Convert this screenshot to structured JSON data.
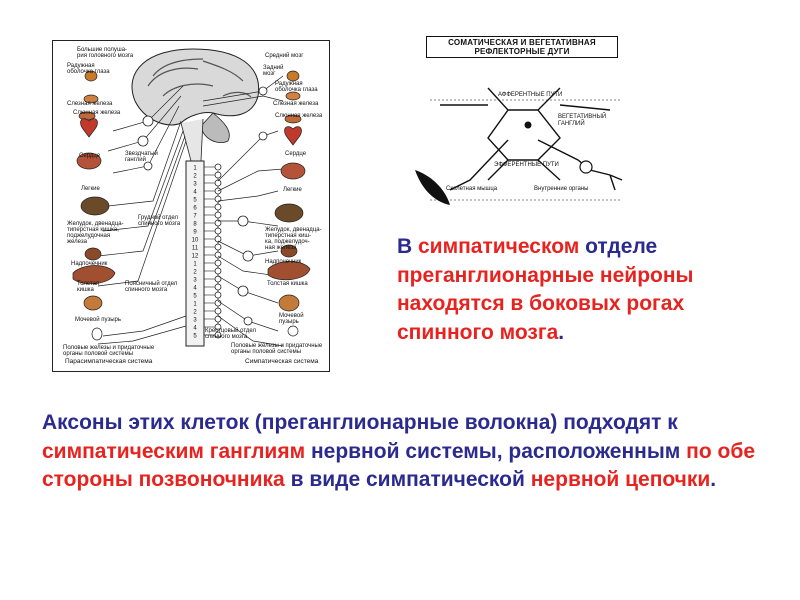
{
  "anatomy": {
    "labels": {
      "brain": "Большие полуша-\nрия головного мозга",
      "midbrain": "Средний мозг",
      "hindbrain": "Задний\nмозг",
      "iris_left": "Радужная\nоболочка глаза",
      "iris_right": "Радужная\nоболочка глаза",
      "lacrimal_left": "Слезная железа",
      "lacrimal_right": "Слезная железа",
      "salivary_left": "Слюнная железа",
      "salivary_right": "Слюнная железа",
      "heart_left": "Сердце",
      "heart_right": "Сердце",
      "ganglion": "Звездчатый\nганглий",
      "lung_left": "Легкие",
      "lung_right": "Легкие",
      "thoracic": "Грудной отдел\nспинного мозга",
      "stomach_left": "Желудок, двенадца-\nтиперстная кишка,\nподжелудочная\nжелеза",
      "stomach_right": "Желудок, двенадца-\nтиперстная киш-\nка, поджелудоч-\nная железа",
      "adrenal_left": "Надпочечник",
      "adrenal_right": "Надпочечник",
      "lumbar": "Поясничный отдел\nспинного мозга",
      "colon_left": "Толстая\nкишка",
      "colon_right": "Толстая кишка",
      "bladder_left": "Мочевой пузырь",
      "bladder_right": "Мочевой\nпузырь",
      "sacral": "Крестцовый отдел\nспинного мозга",
      "genitals_left": "Половые железы и придаточные\nорганы половой системы",
      "genitals_right": "Половые железы и придаточные\nорганы половой системы",
      "caption_left": "Парасимпатическая система",
      "caption_right": "Симпатическая система"
    },
    "segments": [
      "1",
      "2",
      "3",
      "4",
      "5",
      "6",
      "7",
      "8",
      "9",
      "10",
      "11",
      "12",
      "1",
      "2",
      "3",
      "4",
      "5",
      "1",
      "2",
      "3",
      "4",
      "5"
    ]
  },
  "reflex": {
    "title": "СОМАТИЧЕСКАЯ И ВЕГЕТАТИВНАЯ\nРЕФЛЕКТОРНЫЕ ДУГИ",
    "afferent": "АФФЕРЕНТНЫЕ ПУТИ",
    "ganglion": "ВЕГЕТАТИВНЫЙ\nГАНГЛИЙ",
    "efferent": "ЭФФЕРЕНТНЫЕ ПУТИ",
    "skeletal": "Скелетная мышца",
    "organs": "Внутренние органы"
  },
  "text1": {
    "p1": "В ",
    "p2": "симпатическом",
    "p3": " отделе ",
    "p4": "преганглионарные нейроны находятся в боковых рогах спинного мозга",
    "p5": "."
  },
  "text2": {
    "p1": "Аксоны этих клеток  (преганглионарные волокна) подходят  к ",
    "p2": "симпатическим ганглиям",
    "p3": " нервной системы, расположенным ",
    "p4": "по обе стороны позвоночника",
    "p5": " в виде симпатической ",
    "p6": "нервной цепочки",
    "p7": "."
  },
  "colors": {
    "blue": "#2b2a8f",
    "red": "#e8231f"
  }
}
